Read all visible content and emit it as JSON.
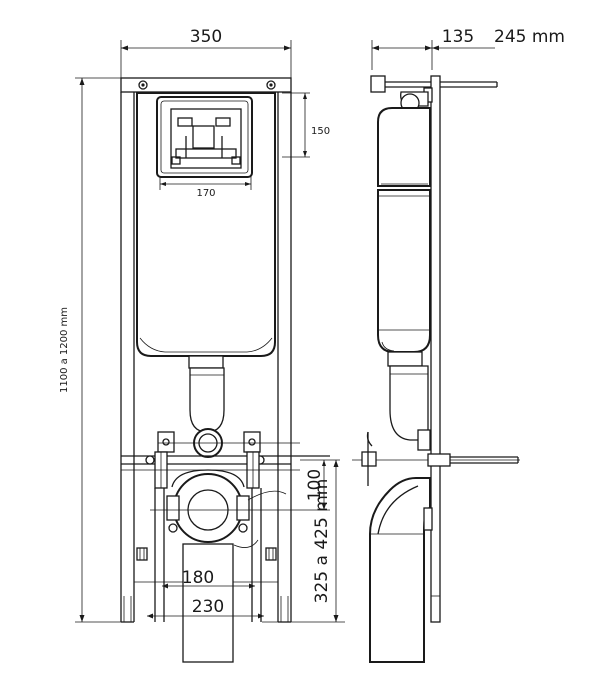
{
  "dimensions": {
    "frame_width": "350",
    "depth_front": "135",
    "depth_back": "245 mm",
    "plate_height": "150",
    "plate_width": "170",
    "total_height": "1100 a 1200 mm",
    "outlet_offset": "100",
    "outlet_height": "325 a 425 mm",
    "bolt_spacing": "180",
    "foot_spacing": "230"
  }
}
